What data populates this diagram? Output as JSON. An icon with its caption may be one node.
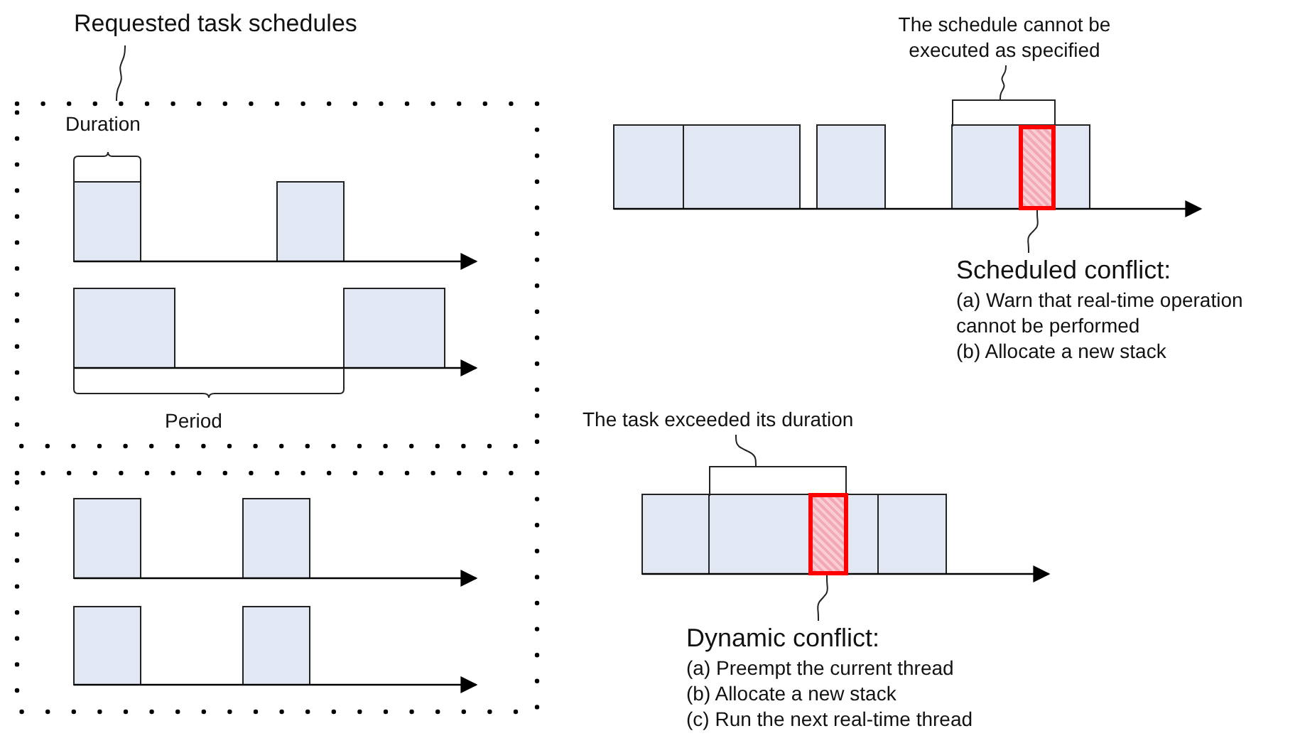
{
  "diagram": {
    "nodes": [
      {
        "text": [
          "Requested task schedules"
        ]
      },
      {
        "text": [],
        "shape": "box"
      },
      {
        "text": [],
        "shape": "box"
      },
      {
        "text": [
          "The schedule cannot be executed as specified"
        ]
      },
      {
        "text": [],
        "shape": "bracket"
      },
      {
        "text": [],
        "shape": "bar"
      },
      {
        "text": [
          "Scheduled conflict:",
          "(a) Warn that real-time operation cannot be performed",
          "(b) Allocate a new stack"
        ]
      },
      {
        "text": [
          "The task exceeded its duration"
        ]
      },
      {
        "text": [],
        "shape": "bracket"
      },
      {
        "text": [],
        "shape": "bar"
      },
      {
        "text": [
          "Dynamic conflict:",
          "(a) Preempt the current thread",
          "(b) Allocate a new stack",
          "(c) Run the next real-time thread"
        ]
      }
    ],
    "edges": [
      {
        "from": 0,
        "to": 1,
        "arrow": "none"
      },
      {
        "from": 3,
        "to": 4,
        "arrow": "none"
      },
      {
        "from": 6,
        "to": 5,
        "arrow": "none"
      },
      {
        "from": 7,
        "to": 8,
        "arrow": "none"
      },
      {
        "from": 10,
        "to": 9,
        "arrow": "none"
      }
    ],
    "labels": [
      "Duration",
      "Period"
    ]
  }
}
